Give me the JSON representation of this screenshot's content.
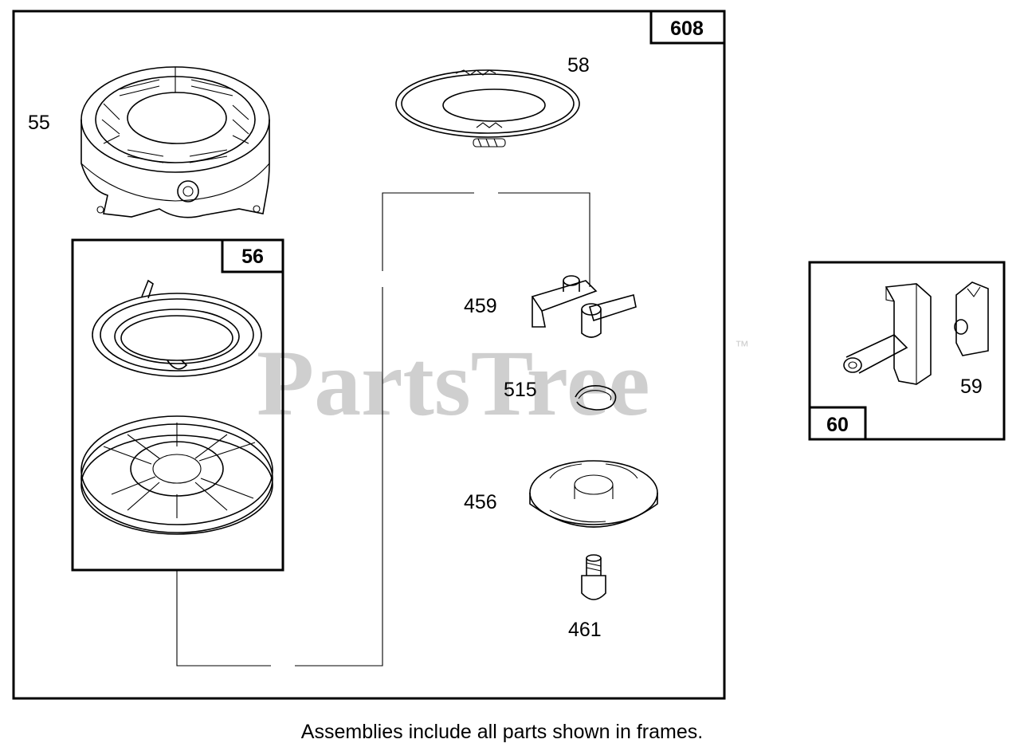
{
  "watermark": {
    "text": "PartsTree",
    "trademark": "™"
  },
  "caption": "Assemblies include all parts shown in frames.",
  "frames": {
    "main": "608",
    "inner": "56",
    "side": "60"
  },
  "callouts": {
    "p55": "55",
    "p58": "58",
    "p459": "459",
    "p515": "515",
    "p456": "456",
    "p461": "461",
    "p59": "59"
  }
}
